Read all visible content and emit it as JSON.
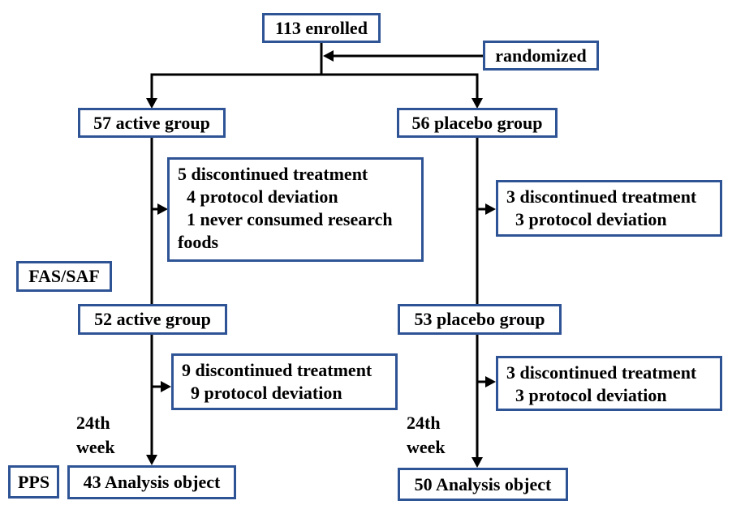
{
  "palette": {
    "box_border": "#2f5496",
    "connector": "#000000",
    "text": "#000000",
    "background": "#ffffff"
  },
  "nodes": {
    "enrolled": "113 enrolled",
    "randomized": "randomized",
    "active_group": "57 active group",
    "placebo_group": "56 placebo group",
    "active_dropout_1": {
      "lines": [
        "5 discontinued treatment",
        "4 protocol deviation",
        "1 never consumed research",
        "foods"
      ]
    },
    "placebo_dropout_1": {
      "lines": [
        "3 discontinued treatment",
        "3 protocol deviation"
      ]
    },
    "fas_saf": "FAS/SAF",
    "active_group_fas": "52 active group",
    "placebo_group_fas": "53 placebo group",
    "active_dropout_2": {
      "lines": [
        "9 discontinued treatment",
        "9 protocol deviation"
      ]
    },
    "placebo_dropout_2": {
      "lines": [
        "3 discontinued treatment",
        "3 protocol deviation"
      ]
    },
    "timepoint_left": {
      "lines": [
        "24th",
        "week"
      ]
    },
    "timepoint_right": {
      "lines": [
        "24th",
        "week"
      ]
    },
    "pps": "PPS",
    "active_analysis": "43 Analysis object",
    "placebo_analysis": "50 Analysis object"
  }
}
